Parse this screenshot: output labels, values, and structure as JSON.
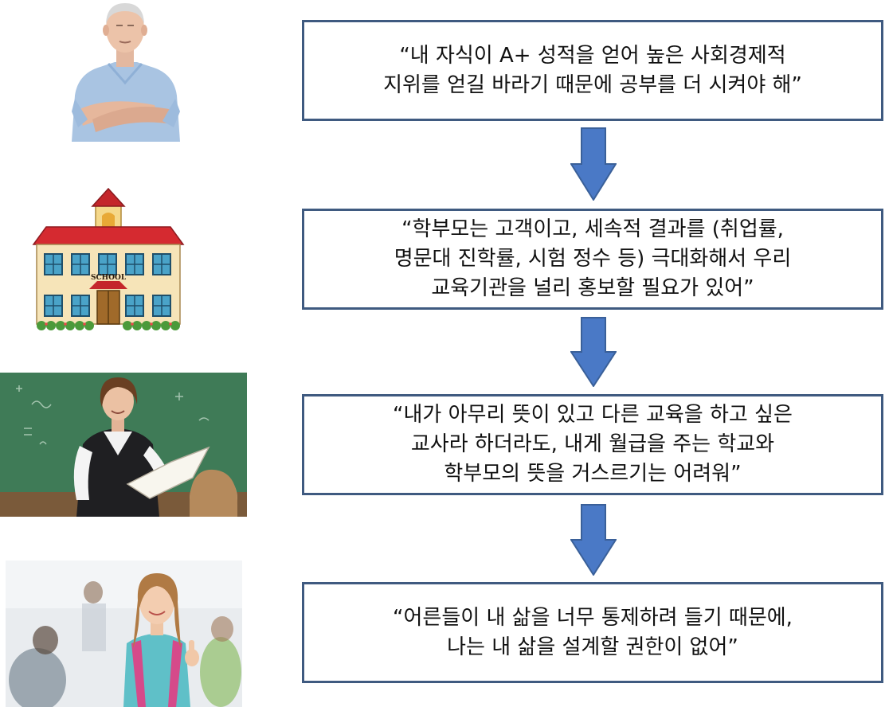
{
  "colors": {
    "box_border": "#3f5a80",
    "arrow_fill": "#4a79c6",
    "arrow_stroke": "#3a6099"
  },
  "icons": [
    "elderly-man-photo",
    "school-building-illustration",
    "teacher-classroom-photo",
    "smiling-girl-student-photo",
    "down-arrow-icon"
  ],
  "quotes": [
    {
      "text": "“내 자식이 A+ 성적을 얻어 높은 사회경제적\n지위를 얻길 바라기 때문에 공부를 더 시켜야 해”"
    },
    {
      "text": "“학부모는 고객이고, 세속적 결과를 (취업률,\n명문대 진학률, 시험 정수 등) 극대화해서 우리\n교육기관을 널리 홍보할 필요가 있어”"
    },
    {
      "text": "“내가 아무리 뜻이 있고 다른 교육을 하고 싶은\n교사라 하더라도, 내게 월급을 주는 학교와\n학부모의 뜻을 거스르기는 어려워”"
    },
    {
      "text": "“어른들이 내 삶을 너무 통제하려 들기 때문에,\n나는 내 삶을 설계할 권한이 없어”"
    }
  ],
  "school_sign": "SCHOOL"
}
